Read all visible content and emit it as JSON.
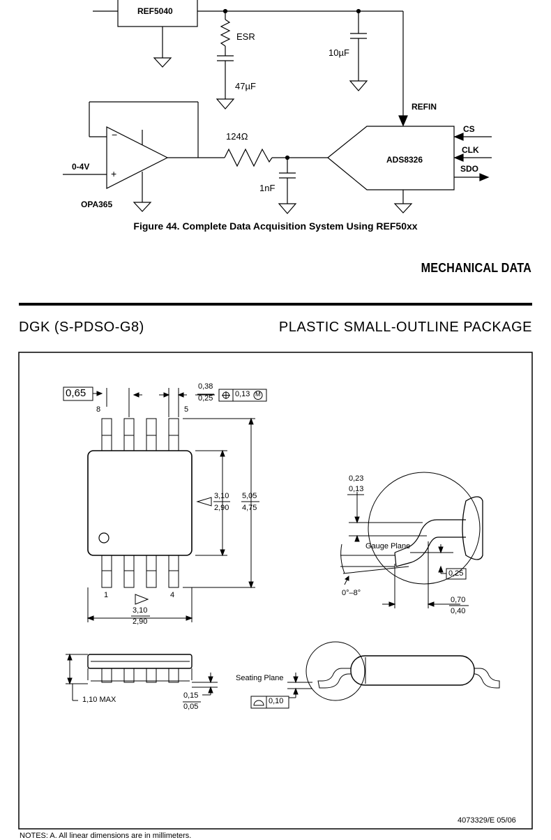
{
  "schematic": {
    "ref_chip": "REF5040",
    "esr": "ESR",
    "cap_47": "47µF",
    "cap_10": "10µF",
    "refin": "REFIN",
    "cs": "CS",
    "clk": "CLK",
    "sdo": "SDO",
    "adc": "ADS8326",
    "resistor": "124Ω",
    "cap_1n": "1nF",
    "input": "0-4V",
    "opamp": "OPA365",
    "minus": "−",
    "plus": "+"
  },
  "figure_caption": "Figure 44.  Complete Data Acquisition System Using REF50xx",
  "section_title": "MECHANICAL DATA",
  "package": {
    "name": "DGK (S-PDSO-G8)",
    "description": "PLASTIC SMALL-OUTLINE PACKAGE"
  },
  "drawing": {
    "pitch": "0,65",
    "lead_w_max": "0,38",
    "lead_w_min": "0,25",
    "tolerance": "0,13",
    "tol_m": "M",
    "pin8": "8",
    "pin5": "5",
    "pin1": "1",
    "pin4": "4",
    "body_w_max": "3,10",
    "body_w_min": "2,90",
    "overall_max": "5,05",
    "overall_min": "4,75",
    "body_len_max": "3,10",
    "body_len_min": "2,90",
    "lead_t_max": "0,23",
    "lead_t_min": "0,13",
    "gauge_plane": "Gauge Plane",
    "gauge_value": "0,25",
    "angle": "0°–8°",
    "foot_max": "0,70",
    "foot_min": "0,40",
    "height_max": "1,10 MAX",
    "standoff_max": "0,15",
    "standoff_min": "0,05",
    "seating_plane": "Seating Plane",
    "coplanarity": "0,10",
    "doc_id": "4073329/E 05/06"
  },
  "notes_peek": "NOTES:   A.  All linear dimensions are in millimeters."
}
